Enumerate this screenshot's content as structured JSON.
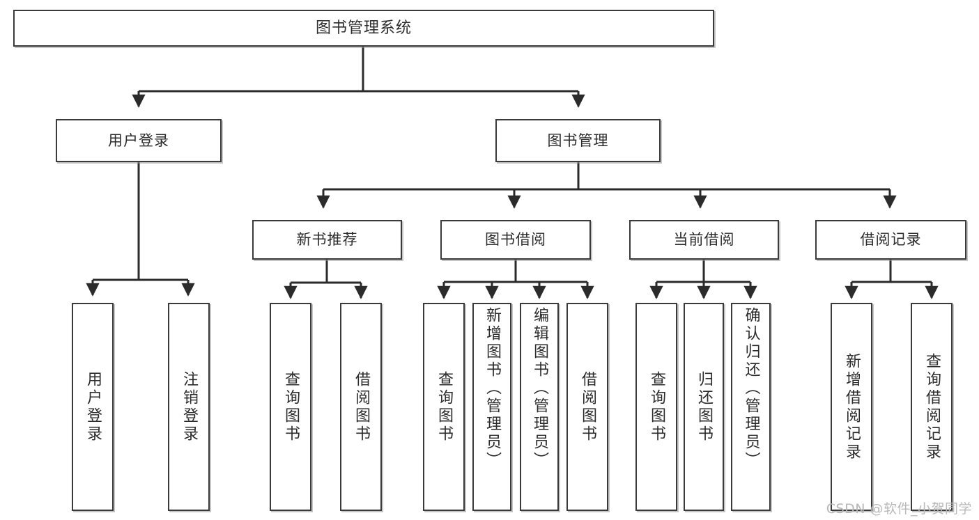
{
  "diagram": {
    "type": "tree",
    "title": "图书管理系统",
    "orientation": "top-down",
    "colors": {
      "box_border": "#3a3a3a",
      "box_fill": "#ffffff",
      "connector": "#2b2b2b",
      "text": "#2b2b2b",
      "watermark": "#b8b8b8",
      "background": "#ffffff"
    }
  },
  "nodes": {
    "root": {
      "label": "图书管理系统"
    },
    "level2": [
      {
        "label": "用户登录"
      },
      {
        "label": "图书管理"
      }
    ],
    "level3": [
      {
        "label": "新书推荐"
      },
      {
        "label": "图书借阅"
      },
      {
        "label": "当前借阅"
      },
      {
        "label": "借阅记录"
      }
    ],
    "leaves": {
      "user_login": [
        {
          "label": "用户登录"
        },
        {
          "label": "注销登录"
        }
      ],
      "new_book_recommend": [
        {
          "label": "查询图书"
        },
        {
          "label": "借阅图书"
        }
      ],
      "book_borrow": [
        {
          "label": "查询图书"
        },
        {
          "label": "新增图书（管理员）"
        },
        {
          "label": "编辑图书（管理员）"
        },
        {
          "label": "借阅图书"
        }
      ],
      "current_borrow": [
        {
          "label": "查询图书"
        },
        {
          "label": "归还图书"
        },
        {
          "label": "确认归还（管理员）"
        }
      ],
      "borrow_record": [
        {
          "label": "新增借阅记录"
        },
        {
          "label": "查询借阅记录"
        }
      ]
    }
  },
  "watermark": {
    "text": "CSDN @软件_小贺同学"
  }
}
